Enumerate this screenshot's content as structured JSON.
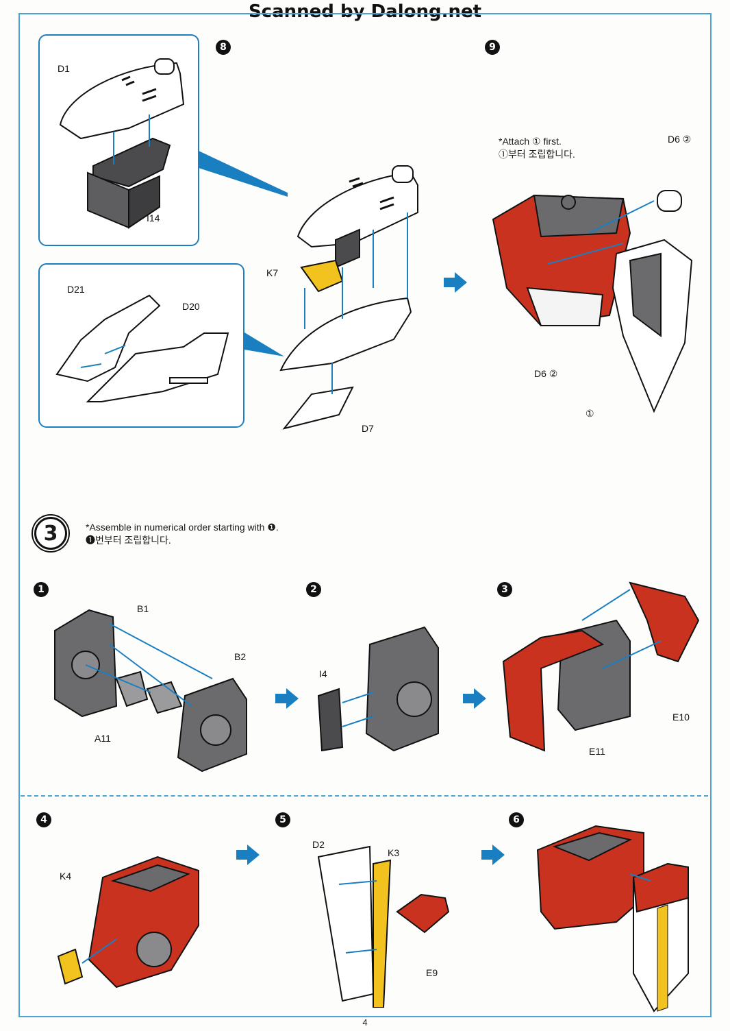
{
  "watermark": "Scanned by Dalong.net",
  "page_number": "4",
  "colors": {
    "frame": "#4aa3d4",
    "accent_blue": "#1a7fc0",
    "part_red": "#c8321e",
    "part_gray": "#6b6b6e",
    "part_yellow": "#f2c21e"
  },
  "steps_top": {
    "step8": {
      "number": "8",
      "labels": {
        "d1": "D1",
        "i14": "I14",
        "d21": "D21",
        "d20": "D20",
        "k7": "K7",
        "d7": "D7"
      }
    },
    "step9": {
      "number": "9",
      "note_en": "*Attach ① first.",
      "note_ko": "①부터 조립합니다.",
      "labels": {
        "d6_top": "D6 ②",
        "d6_bottom": "D6 ②",
        "part1": "①"
      }
    }
  },
  "section3": {
    "number": "3",
    "note_en": "*Assemble in numerical order starting with ❶.",
    "note_ko": "❶번부터 조립합니다.",
    "sub": [
      {
        "number": "1",
        "labels": [
          "B1",
          "B2",
          "A11"
        ]
      },
      {
        "number": "2",
        "labels": [
          "I4"
        ]
      },
      {
        "number": "3",
        "labels": [
          "E10",
          "E11"
        ]
      },
      {
        "number": "4",
        "labels": [
          "K4"
        ]
      },
      {
        "number": "5",
        "labels": [
          "D2",
          "K3",
          "E9"
        ]
      },
      {
        "number": "6",
        "labels": []
      }
    ]
  }
}
